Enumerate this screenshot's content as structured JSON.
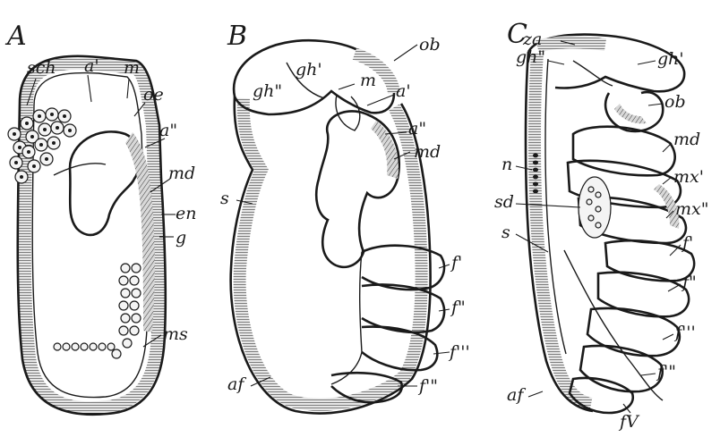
{
  "panels": {
    "A": {
      "letter": "A",
      "labels": {
        "sch": "sch",
        "a1": "a'",
        "m": "m",
        "oe": "oe",
        "a2": "a\"",
        "md": "md",
        "en": "en",
        "g": "g",
        "ms": "ms"
      }
    },
    "B": {
      "letter": "B",
      "labels": {
        "gh2": "gh\"",
        "gh1": "gh'",
        "ob": "ob",
        "m": "m",
        "a1": "a'",
        "a2": "a\"",
        "md": "md",
        "s": "s",
        "f1": "f'",
        "f2": "f\"",
        "f3": "f'''",
        "f4": "f'\"",
        "af": "af"
      }
    },
    "C": {
      "letter": "C",
      "labels": {
        "za": "za",
        "gh2": "gh\"",
        "gh1": "gh'",
        "ob": "ob",
        "md": "md",
        "mx1": "mx'",
        "n": "n",
        "mx2": "mx\"",
        "sd": "sd",
        "f1": "f'",
        "s": "s",
        "f2": "f\"",
        "f3": "f'''",
        "f4": "f'\"",
        "af": "af",
        "f5": "fV"
      }
    }
  }
}
